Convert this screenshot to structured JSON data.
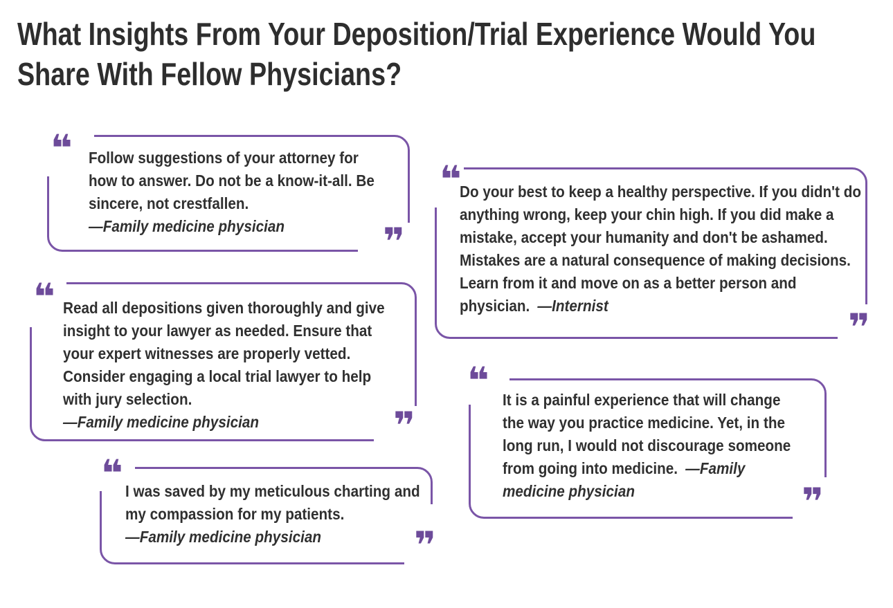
{
  "title": "What Insights From Your Deposition/Trial Experience Would You Share With Fellow Physicians?",
  "colors": {
    "accent_purple": "#6d4b9a",
    "border_purple": "#7a55a7",
    "text_dark": "#303030",
    "title_dark": "#2e2e2e",
    "background": "#ffffff"
  },
  "icons": {
    "open_quote": "❝",
    "close_quote": "❞"
  },
  "quotes": [
    {
      "text": "Follow suggestions of your attorney for how to answer. Do not be a know-it-all. Be sincere, not crestfallen.",
      "attribution": "—Family medicine physician"
    },
    {
      "text": "Read all depositions given thoroughly and give insight to your lawyer as needed. Ensure that your expert witnesses are properly vetted. Consider engaging a local trial lawyer to help with jury selection.",
      "attribution": "—Family medicine physician"
    },
    {
      "text": "Do your best to keep a healthy perspective. If you didn't do anything wrong, keep your chin high. If you did make a mistake, accept your humanity and don't be ashamed. Mistakes are a natural consequence of making decisions. Learn from it and move on as a better person and physician.",
      "attribution": "—Internist"
    },
    {
      "text": "It is a painful experience that will change the way you practice medicine. Yet, in the long run, I would not discourage someone from going into medicine.",
      "attribution": "—Family medicine physician"
    },
    {
      "text": "I was saved by my meticulous charting and my compassion for my patients.",
      "attribution": "—Family medicine physician"
    }
  ]
}
